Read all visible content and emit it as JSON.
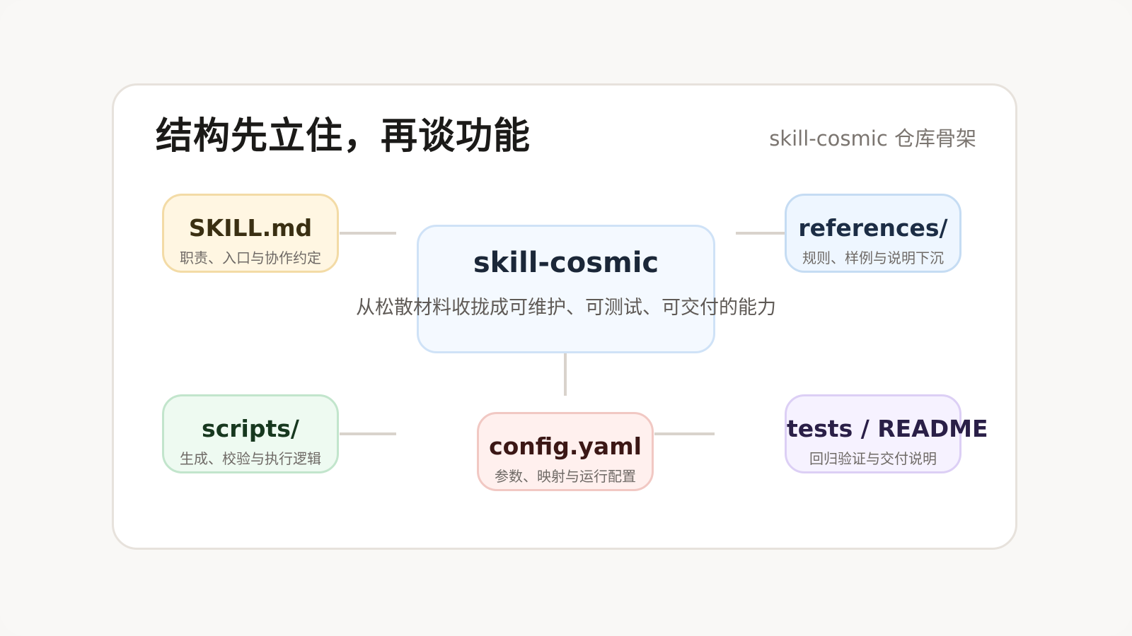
{
  "header": {
    "title": "结构先立住，再谈功能",
    "subtitle": "skill-cosmic 仓库骨架"
  },
  "diagram": {
    "center": {
      "name": "skill-cosmic",
      "desc": "从松散材料收拢成可维护、可测试、可交付的能力"
    },
    "nodes": [
      {
        "id": "skill-md",
        "name": "SKILL.md",
        "desc": "职责、入口与协作约定"
      },
      {
        "id": "references",
        "name": "references/",
        "desc": "规则、样例与说明下沉"
      },
      {
        "id": "scripts",
        "name": "scripts/",
        "desc": "生成、校验与执行逻辑"
      },
      {
        "id": "config",
        "name": "config.yaml",
        "desc": "参数、映射与运行配置"
      },
      {
        "id": "tests",
        "name": "tests / README",
        "desc": "回归验证与交付说明"
      }
    ]
  },
  "colors": {
    "skill_md": {
      "bg": "#fff6e2",
      "border": "#f3dba6",
      "text": "#3a2f12"
    },
    "references": {
      "bg": "#eef6ff",
      "border": "#c5dcf3",
      "text": "#1c2d45"
    },
    "center": {
      "bg": "#f4f9ff",
      "border": "#cfe2f7",
      "text": "#1b2738"
    },
    "scripts": {
      "bg": "#eefaf1",
      "border": "#c2e5cc",
      "text": "#17381f"
    },
    "config": {
      "bg": "#fff0ee",
      "border": "#f1c8c3",
      "text": "#3b1715"
    },
    "tests": {
      "bg": "#f6f2ff",
      "border": "#dccff5",
      "text": "#2a1f47"
    },
    "connector": "#d9d3cc"
  }
}
